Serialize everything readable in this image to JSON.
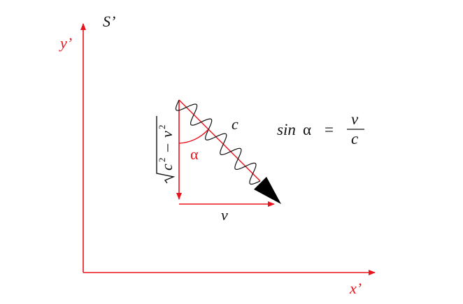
{
  "frame": {
    "name": "S’",
    "x_axis": "x’",
    "y_axis": "y’"
  },
  "triangle": {
    "hypotenuse": "c",
    "base": "v",
    "angle": "α",
    "vertical_radicand_c": "c",
    "vertical_radicand_v": "v",
    "vertical_exponent": "2",
    "vertical_minus": "–"
  },
  "equation": {
    "lhs": "sin",
    "angle": "α",
    "equals": "=",
    "numerator": "v",
    "denominator": "c"
  },
  "colors": {
    "axis": "#e8141e",
    "ink": "#111111"
  }
}
